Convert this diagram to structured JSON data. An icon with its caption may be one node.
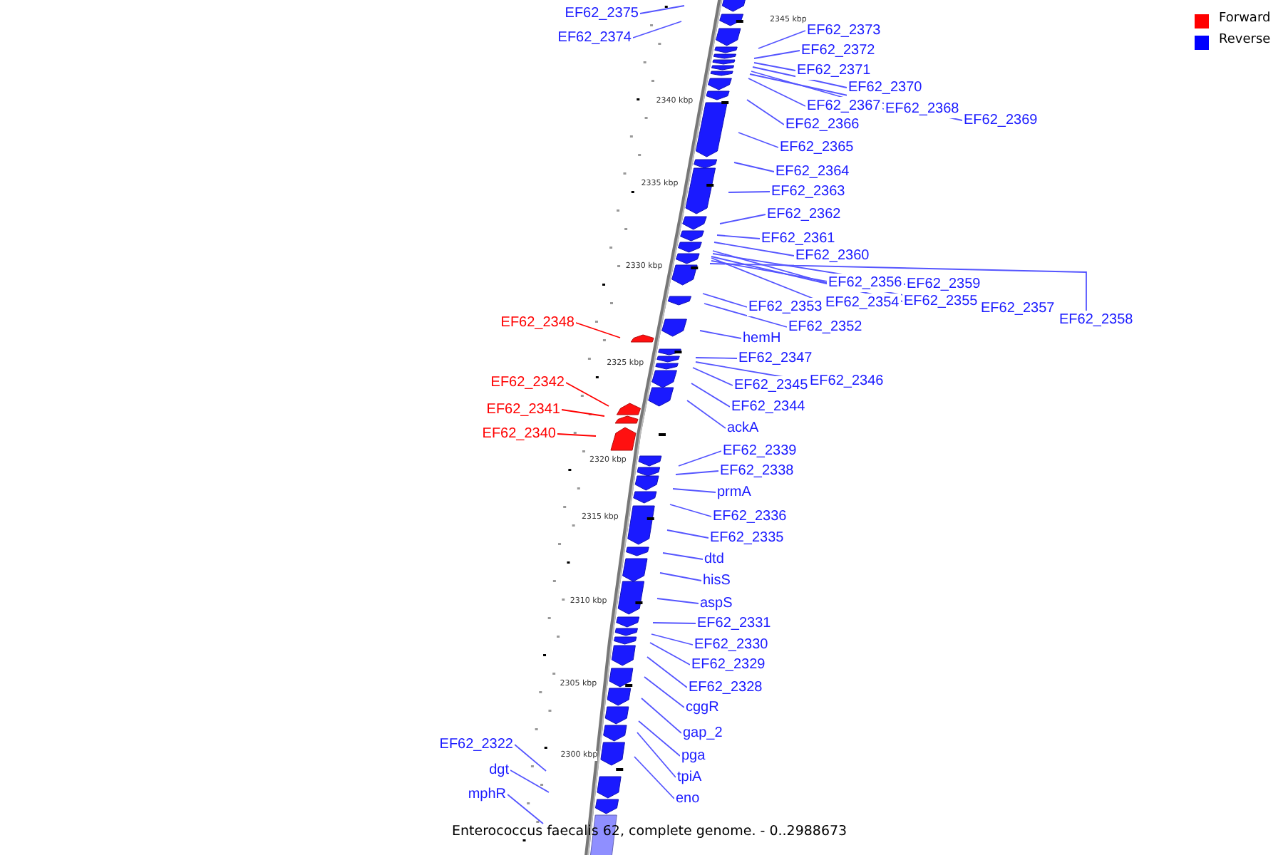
{
  "diagram": {
    "caption": "Enterococcus faecalis 62, complete genome. - 0..2988673",
    "nodes": [
      {
        "text": [
          "EF62_2375"
        ]
      },
      {
        "text": [
          "EF62_2373"
        ]
      },
      {
        "text": [
          "EF62_2374"
        ]
      },
      {
        "text": [
          "EF62_2372"
        ]
      },
      {
        "text": [
          "EF62_2371"
        ]
      },
      {
        "text": [
          "EF62_2370"
        ]
      },
      {
        "text": [
          "EF62_2367"
        ]
      },
      {
        "text": [
          "EF62_2368"
        ]
      },
      {
        "text": [
          "EF62_2369"
        ]
      },
      {
        "text": [
          "EF62_2366"
        ]
      },
      {
        "text": [
          "EF62_2365"
        ]
      },
      {
        "text": [
          "EF62_2364"
        ]
      },
      {
        "text": [
          "EF62_2363"
        ]
      },
      {
        "text": [
          "EF62_2362"
        ]
      },
      {
        "text": [
          "EF62_2361"
        ]
      },
      {
        "text": [
          "EF62_2360"
        ]
      },
      {
        "text": [
          "EF62_2356"
        ]
      },
      {
        "text": [
          "EF62_2359"
        ]
      },
      {
        "text": [
          "EF62_2355"
        ]
      },
      {
        "text": [
          "EF62_2354"
        ]
      },
      {
        "text": [
          "EF62_2353"
        ]
      },
      {
        "text": [
          "EF62_2357"
        ]
      },
      {
        "text": [
          "EF62_2358"
        ]
      },
      {
        "text": [
          "EF62_2348"
        ]
      },
      {
        "text": [
          "EF62_2352"
        ]
      },
      {
        "text": [
          "hemH"
        ]
      },
      {
        "text": [
          "EF62_2347"
        ]
      },
      {
        "text": [
          "EF62_2346"
        ]
      },
      {
        "text": [
          "EF62_2342"
        ]
      },
      {
        "text": [
          "EF62_2345"
        ]
      },
      {
        "text": [
          "EF62_2344"
        ]
      },
      {
        "text": [
          "EF62_2341"
        ]
      },
      {
        "text": [
          "ackA"
        ]
      },
      {
        "text": [
          "EF62_2340"
        ]
      },
      {
        "text": [
          "EF62_2339"
        ]
      },
      {
        "text": [
          "EF62_2338"
        ]
      },
      {
        "text": [
          "prmA"
        ]
      },
      {
        "text": [
          "EF62_2336"
        ]
      },
      {
        "text": [
          "EF62_2335"
        ]
      },
      {
        "text": [
          "dtd"
        ]
      },
      {
        "text": [
          "hisS"
        ]
      },
      {
        "text": [
          "aspS"
        ]
      },
      {
        "text": [
          "EF62_2331"
        ]
      },
      {
        "text": [
          "EF62_2330"
        ]
      },
      {
        "text": [
          "EF62_2329"
        ]
      },
      {
        "text": [
          "EF62_2328"
        ]
      },
      {
        "text": [
          "cggR"
        ]
      },
      {
        "text": [
          "gap_2"
        ]
      },
      {
        "text": [
          "EF62_2322"
        ]
      },
      {
        "text": [
          "pga"
        ]
      },
      {
        "text": [
          "dgt"
        ]
      },
      {
        "text": [
          "tpiA"
        ]
      },
      {
        "text": [
          "eno"
        ]
      },
      {
        "text": [
          "mphR"
        ]
      }
    ],
    "edges": [
      {
        "from": 0,
        "to": null,
        "arrow": "none"
      },
      {
        "from": 1,
        "to": null,
        "arrow": "none"
      },
      {
        "from": 2,
        "to": null,
        "arrow": "none"
      },
      {
        "from": 3,
        "to": null,
        "arrow": "none"
      },
      {
        "from": 4,
        "to": null,
        "arrow": "none"
      },
      {
        "from": 5,
        "to": null,
        "arrow": "none"
      },
      {
        "from": 6,
        "to": null,
        "arrow": "none"
      },
      {
        "from": 7,
        "to": null,
        "arrow": "none"
      },
      {
        "from": 8,
        "to": null,
        "arrow": "none"
      },
      {
        "from": 9,
        "to": null,
        "arrow": "none"
      },
      {
        "from": 10,
        "to": null,
        "arrow": "none"
      },
      {
        "from": 11,
        "to": null,
        "arrow": "none"
      },
      {
        "from": 12,
        "to": null,
        "arrow": "none"
      },
      {
        "from": 13,
        "to": null,
        "arrow": "none"
      },
      {
        "from": 14,
        "to": null,
        "arrow": "none"
      },
      {
        "from": 15,
        "to": null,
        "arrow": "none"
      },
      {
        "from": 16,
        "to": null,
        "arrow": "none"
      },
      {
        "from": 17,
        "to": null,
        "arrow": "none"
      },
      {
        "from": 18,
        "to": null,
        "arrow": "none"
      },
      {
        "from": 19,
        "to": null,
        "arrow": "none"
      },
      {
        "from": 20,
        "to": null,
        "arrow": "none"
      },
      {
        "from": 21,
        "to": null,
        "arrow": "none"
      },
      {
        "from": 22,
        "to": null,
        "arrow": "none"
      },
      {
        "from": 23,
        "to": null,
        "arrow": "none",
        "color": "#ff0000"
      },
      {
        "from": 24,
        "to": null,
        "arrow": "none"
      },
      {
        "from": 25,
        "to": null,
        "arrow": "none"
      },
      {
        "from": 26,
        "to": null,
        "arrow": "none"
      },
      {
        "from": 27,
        "to": null,
        "arrow": "none"
      },
      {
        "from": 28,
        "to": null,
        "arrow": "none",
        "color": "#ff0000"
      },
      {
        "from": 29,
        "to": null,
        "arrow": "none"
      },
      {
        "from": 30,
        "to": null,
        "arrow": "none"
      },
      {
        "from": 31,
        "to": null,
        "arrow": "none",
        "color": "#ff0000"
      },
      {
        "from": 32,
        "to": null,
        "arrow": "none"
      },
      {
        "from": 33,
        "to": null,
        "arrow": "none",
        "color": "#ff0000"
      },
      {
        "from": 34,
        "to": null,
        "arrow": "none"
      },
      {
        "from": 35,
        "to": null,
        "arrow": "none"
      },
      {
        "from": 36,
        "to": null,
        "arrow": "none"
      },
      {
        "from": 37,
        "to": null,
        "arrow": "none"
      },
      {
        "from": 38,
        "to": null,
        "arrow": "none"
      },
      {
        "from": 39,
        "to": null,
        "arrow": "none"
      },
      {
        "from": 40,
        "to": null,
        "arrow": "none"
      },
      {
        "from": 41,
        "to": null,
        "arrow": "none"
      },
      {
        "from": 42,
        "to": null,
        "arrow": "none"
      },
      {
        "from": 43,
        "to": null,
        "arrow": "none"
      },
      {
        "from": 44,
        "to": null,
        "arrow": "none"
      },
      {
        "from": 45,
        "to": null,
        "arrow": "none"
      },
      {
        "from": 46,
        "to": null,
        "arrow": "none"
      },
      {
        "from": 47,
        "to": null,
        "arrow": "none"
      },
      {
        "from": 48,
        "to": null,
        "arrow": "none"
      },
      {
        "from": 49,
        "to": null,
        "arrow": "none"
      },
      {
        "from": 50,
        "to": null,
        "arrow": "none"
      },
      {
        "from": 51,
        "to": null,
        "arrow": "none"
      },
      {
        "from": 52,
        "to": null,
        "arrow": "none"
      },
      {
        "from": 53,
        "to": null,
        "arrow": "none"
      }
    ],
    "labels": [
      "2345 kbp",
      "2340 kbp",
      "2335 kbp",
      "2330 kbp",
      "2325 kbp",
      "2320 kbp",
      "2315 kbp",
      "2310 kbp",
      "2305 kbp",
      "2300 kbp"
    ],
    "legend": [
      {
        "text": "Forward",
        "color": "#ff0000"
      },
      {
        "text": "Reverse",
        "color": "#0000ff"
      }
    ]
  }
}
